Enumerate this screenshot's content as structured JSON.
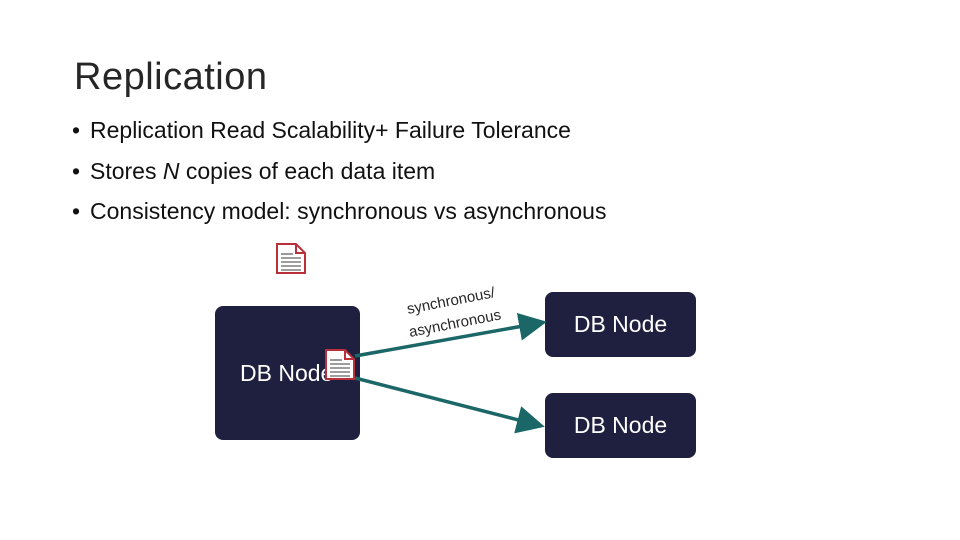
{
  "slide": {
    "title": "Replication",
    "bullets": [
      {
        "parts": [
          {
            "text": "Replication Read Scalability+ Failure Tolerance",
            "italic": false
          }
        ]
      },
      {
        "parts": [
          {
            "text": "Stores ",
            "italic": false
          },
          {
            "text": "N",
            "italic": true
          },
          {
            "text": " copies of each data item",
            "italic": false
          }
        ]
      },
      {
        "parts": [
          {
            "text": "Consistency model: synchronous vs asynchronous",
            "italic": false
          }
        ]
      }
    ]
  },
  "diagram": {
    "nodes": {
      "main": "DB Node",
      "replica_1": "DB Node",
      "replica_2": "DB Node"
    },
    "arrow_label": {
      "line1": "synchronous/",
      "line2": "asynchronous"
    },
    "icons": [
      "document-icon",
      "document-icon"
    ]
  },
  "colors": {
    "node_fill": "#1f1f40",
    "arrow": "#1b6666",
    "doc_outline": "#b7303a",
    "doc_lines": "#7f7f7f"
  }
}
